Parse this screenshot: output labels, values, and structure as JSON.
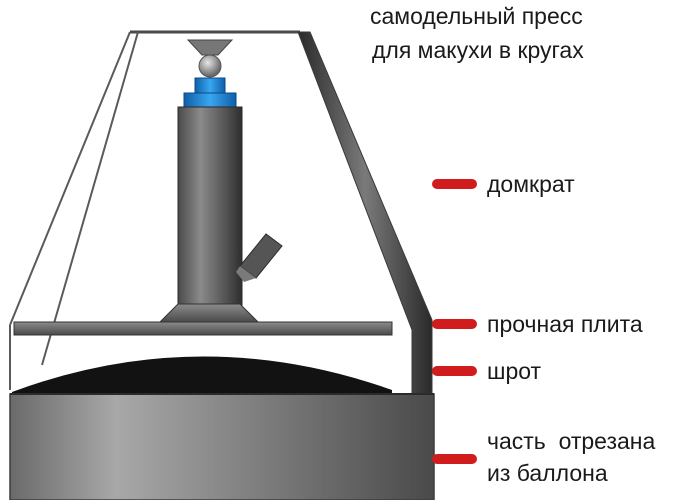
{
  "title": {
    "line1": "самодельный пресс",
    "line2": "для макухи в кругах"
  },
  "labels": {
    "jack": "домкрат",
    "plate": "прочная плита",
    "meal": "шрот",
    "cylinder_line1": "часть  отрезана",
    "cylinder_line2": "из баллона"
  },
  "colors": {
    "marker": "#d01c1c",
    "steel_dark": "#3a3a3a",
    "steel_mid": "#6e6e6e",
    "jack_cap": "#1e7fd0",
    "meal": "#121212"
  }
}
